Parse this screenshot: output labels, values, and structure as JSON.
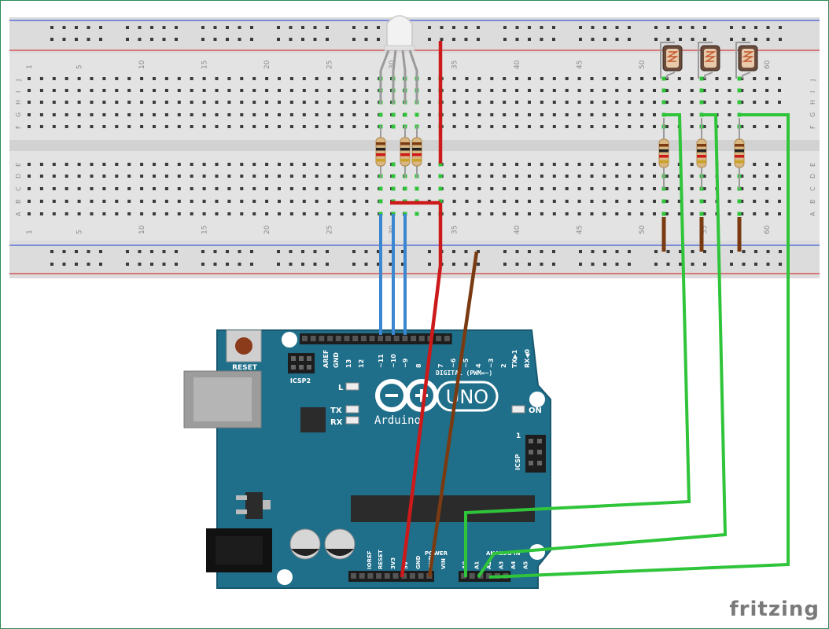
{
  "breadboard": {
    "column_numbers": [
      "1",
      "5",
      "10",
      "15",
      "20",
      "25",
      "30",
      "35",
      "40",
      "45",
      "50",
      "55",
      "60"
    ],
    "row_letters_top": [
      "J",
      "I",
      "H",
      "G",
      "F"
    ],
    "row_letters_bottom": [
      "E",
      "D",
      "C",
      "B",
      "A"
    ]
  },
  "arduino": {
    "reset_label": "RESET",
    "icsp2_label": "ICSP2",
    "icsp_label": "ICSP",
    "icsp_pin1": "1",
    "header_labels": [
      "AREF",
      "GND",
      "13",
      "12",
      "~11",
      "~10",
      "~9",
      "8",
      "7",
      "~6",
      "~5",
      "4",
      "~3",
      "2",
      "TX▶1",
      "RX◀0"
    ],
    "digital_label": "DIGITAL (PWM=~)",
    "led_l": "L",
    "led_tx": "TX",
    "led_rx": "RX",
    "led_on": "ON",
    "brand": "Arduino",
    "model": "UNO",
    "power_label": "POWER",
    "analog_label": "ANALOG IN",
    "power_pins": [
      "IOREF",
      "RESET",
      "3V3",
      "5V",
      "GND",
      "GND",
      "VIN"
    ],
    "analog_pins": [
      "A0",
      "A1",
      "A2",
      "A3",
      "A4",
      "A5"
    ]
  },
  "colors": {
    "wire_blue": "#3a86d0",
    "wire_red": "#cc1a1a",
    "wire_brown": "#7a3b12",
    "wire_green": "#2fc43a",
    "board_blue": "#1f6f8b",
    "breadboard": "#e6e6e6"
  },
  "watermark": "fritzing"
}
